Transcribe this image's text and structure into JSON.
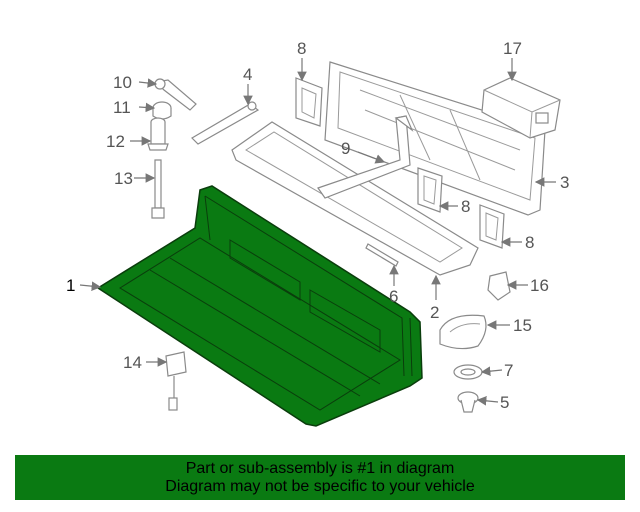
{
  "colors": {
    "highlight": "#0a7a12",
    "highlight_stroke": "#0a3d0c",
    "part_stroke": "#8a8a8a",
    "label_gray": "#555555"
  },
  "callouts": {
    "c1": "1",
    "c2": "2",
    "c3": "3",
    "c4": "4",
    "c5": "5",
    "c6": "6",
    "c7": "7",
    "c8a": "8",
    "c8b": "8",
    "c8c": "8",
    "c9": "9",
    "c10": "10",
    "c11": "11",
    "c12": "12",
    "c13": "13",
    "c14": "14",
    "c15": "15",
    "c16": "16",
    "c17": "17"
  },
  "banner": {
    "line1": "Part or sub-assembly is #1 in diagram",
    "line2": "Diagram may not be specific to your vehicle"
  }
}
